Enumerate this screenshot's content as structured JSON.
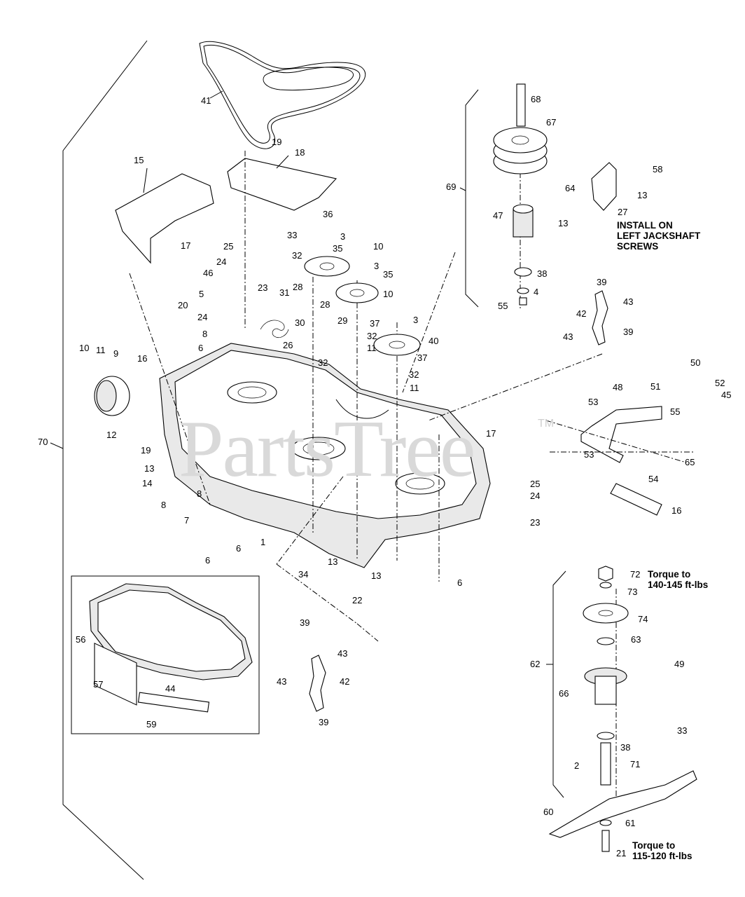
{
  "watermark": {
    "text": "PartsTree",
    "trademark": "TM"
  },
  "callouts": [
    {
      "id": "c41",
      "text": "41"
    },
    {
      "id": "c19a",
      "text": "19"
    },
    {
      "id": "c18",
      "text": "18"
    },
    {
      "id": "c15",
      "text": "15"
    },
    {
      "id": "c17a",
      "text": "17"
    },
    {
      "id": "c33a",
      "text": "33"
    },
    {
      "id": "c36",
      "text": "36"
    },
    {
      "id": "c3a",
      "text": "3"
    },
    {
      "id": "c32a",
      "text": "32"
    },
    {
      "id": "c35a",
      "text": "35"
    },
    {
      "id": "c10a",
      "text": "10"
    },
    {
      "id": "c3b",
      "text": "3"
    },
    {
      "id": "c35b",
      "text": "35"
    },
    {
      "id": "c25a",
      "text": "25"
    },
    {
      "id": "c24a",
      "text": "24"
    },
    {
      "id": "c46",
      "text": "46"
    },
    {
      "id": "c23a",
      "text": "23"
    },
    {
      "id": "c5",
      "text": "5"
    },
    {
      "id": "c28a",
      "text": "28"
    },
    {
      "id": "c31",
      "text": "31"
    },
    {
      "id": "c20",
      "text": "20"
    },
    {
      "id": "c28b",
      "text": "28"
    },
    {
      "id": "c29",
      "text": "29"
    },
    {
      "id": "c10b",
      "text": "10"
    },
    {
      "id": "c3c",
      "text": "3"
    },
    {
      "id": "c24b",
      "text": "24"
    },
    {
      "id": "c37a",
      "text": "37"
    },
    {
      "id": "c30",
      "text": "30"
    },
    {
      "id": "c32b",
      "text": "32"
    },
    {
      "id": "c8a",
      "text": "8"
    },
    {
      "id": "c26",
      "text": "26"
    },
    {
      "id": "c11a",
      "text": "11"
    },
    {
      "id": "c40",
      "text": "40"
    },
    {
      "id": "c6a",
      "text": "6"
    },
    {
      "id": "c10c",
      "text": "10"
    },
    {
      "id": "c11b",
      "text": "11"
    },
    {
      "id": "c9",
      "text": "9"
    },
    {
      "id": "c16a",
      "text": "16"
    },
    {
      "id": "c32c",
      "text": "32"
    },
    {
      "id": "c37b",
      "text": "37"
    },
    {
      "id": "c32d",
      "text": "32"
    },
    {
      "id": "c11c",
      "text": "11"
    },
    {
      "id": "c12",
      "text": "12"
    },
    {
      "id": "c70",
      "text": "70"
    },
    {
      "id": "c19b",
      "text": "19"
    },
    {
      "id": "c17b",
      "text": "17"
    },
    {
      "id": "c13a",
      "text": "13"
    },
    {
      "id": "c14",
      "text": "14"
    },
    {
      "id": "c8b",
      "text": "8"
    },
    {
      "id": "c8c",
      "text": "8"
    },
    {
      "id": "c7",
      "text": "7"
    },
    {
      "id": "c6b",
      "text": "6"
    },
    {
      "id": "c6c",
      "text": "6"
    },
    {
      "id": "c1",
      "text": "1"
    },
    {
      "id": "c34",
      "text": "34"
    },
    {
      "id": "c13b",
      "text": "13"
    },
    {
      "id": "c13c",
      "text": "13"
    },
    {
      "id": "c22",
      "text": "22"
    },
    {
      "id": "c6d",
      "text": "6"
    },
    {
      "id": "c25b",
      "text": "25"
    },
    {
      "id": "c24c",
      "text": "24"
    },
    {
      "id": "c23b",
      "text": "23"
    },
    {
      "id": "c68",
      "text": "68"
    },
    {
      "id": "c67",
      "text": "67"
    },
    {
      "id": "c69",
      "text": "69"
    },
    {
      "id": "c58",
      "text": "58"
    },
    {
      "id": "c13d",
      "text": "13"
    },
    {
      "id": "c64",
      "text": "64"
    },
    {
      "id": "c27",
      "text": "27"
    },
    {
      "id": "c47",
      "text": "47"
    },
    {
      "id": "c13e",
      "text": "13"
    },
    {
      "id": "c38a",
      "text": "38"
    },
    {
      "id": "c4",
      "text": "4"
    },
    {
      "id": "c55a",
      "text": "55"
    },
    {
      "id": "c39a",
      "text": "39"
    },
    {
      "id": "c43a",
      "text": "43"
    },
    {
      "id": "c42a",
      "text": "42"
    },
    {
      "id": "c43b",
      "text": "43"
    },
    {
      "id": "c39b",
      "text": "39"
    },
    {
      "id": "c50",
      "text": "50"
    },
    {
      "id": "c51",
      "text": "51"
    },
    {
      "id": "c52",
      "text": "52"
    },
    {
      "id": "c45",
      "text": "45"
    },
    {
      "id": "c55b",
      "text": "55"
    },
    {
      "id": "c48",
      "text": "48"
    },
    {
      "id": "c53a",
      "text": "53"
    },
    {
      "id": "c53b",
      "text": "53"
    },
    {
      "id": "c65",
      "text": "65"
    },
    {
      "id": "c54",
      "text": "54"
    },
    {
      "id": "c16b",
      "text": "16"
    },
    {
      "id": "c72",
      "text": "72"
    },
    {
      "id": "c73",
      "text": "73"
    },
    {
      "id": "c74",
      "text": "74"
    },
    {
      "id": "c63",
      "text": "63"
    },
    {
      "id": "c62",
      "text": "62"
    },
    {
      "id": "c49",
      "text": "49"
    },
    {
      "id": "c66",
      "text": "66"
    },
    {
      "id": "c33b",
      "text": "33"
    },
    {
      "id": "c38b",
      "text": "38"
    },
    {
      "id": "c2",
      "text": "2"
    },
    {
      "id": "c71",
      "text": "71"
    },
    {
      "id": "c60",
      "text": "60"
    },
    {
      "id": "c61",
      "text": "61"
    },
    {
      "id": "c21",
      "text": "21"
    },
    {
      "id": "c56",
      "text": "56"
    },
    {
      "id": "c57",
      "text": "57"
    },
    {
      "id": "c44",
      "text": "44"
    },
    {
      "id": "c59",
      "text": "59"
    },
    {
      "id": "c39c",
      "text": "39"
    },
    {
      "id": "c43c",
      "text": "43"
    },
    {
      "id": "c43d",
      "text": "43"
    },
    {
      "id": "c42b",
      "text": "42"
    },
    {
      "id": "c39d",
      "text": "39"
    }
  ],
  "notes": {
    "jackshaft": [
      "INSTALL ON",
      "LEFT JACKSHAFT",
      "SCREWS"
    ],
    "torque_top": [
      "Torque to",
      "140-145 ft-lbs"
    ],
    "torque_bottom": [
      "Torque to",
      "115-120 ft-lbs"
    ]
  }
}
